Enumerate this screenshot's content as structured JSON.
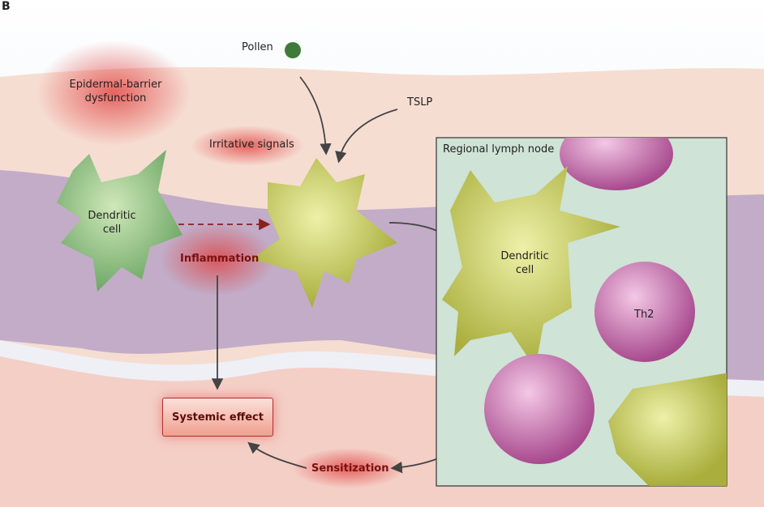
{
  "panel_label": "B",
  "labels": {
    "pollen": "Pollen",
    "tslp": "TSLP",
    "barrier": "Epidermal-barrier dysfunction",
    "irritative": "Irritative signals",
    "dendritic_left": "Dendritic cell",
    "inflammation": "Inflammation",
    "lymph_node": "Regional lymph node",
    "dendritic_node": "Dendritic cell",
    "th2": "Th2",
    "systemic": "Systemic effect",
    "sensitization": "Sensitization"
  },
  "colors": {
    "skin": "#f6d9cc",
    "cell_layer": "#b9a3c6",
    "dendritic_green": "#9fcf8a",
    "dendritic_yellow": "#d7dc7a",
    "th2": "#d98cc0",
    "node_bg": "#cfe3d6",
    "inflammation": "#e23a3a"
  }
}
